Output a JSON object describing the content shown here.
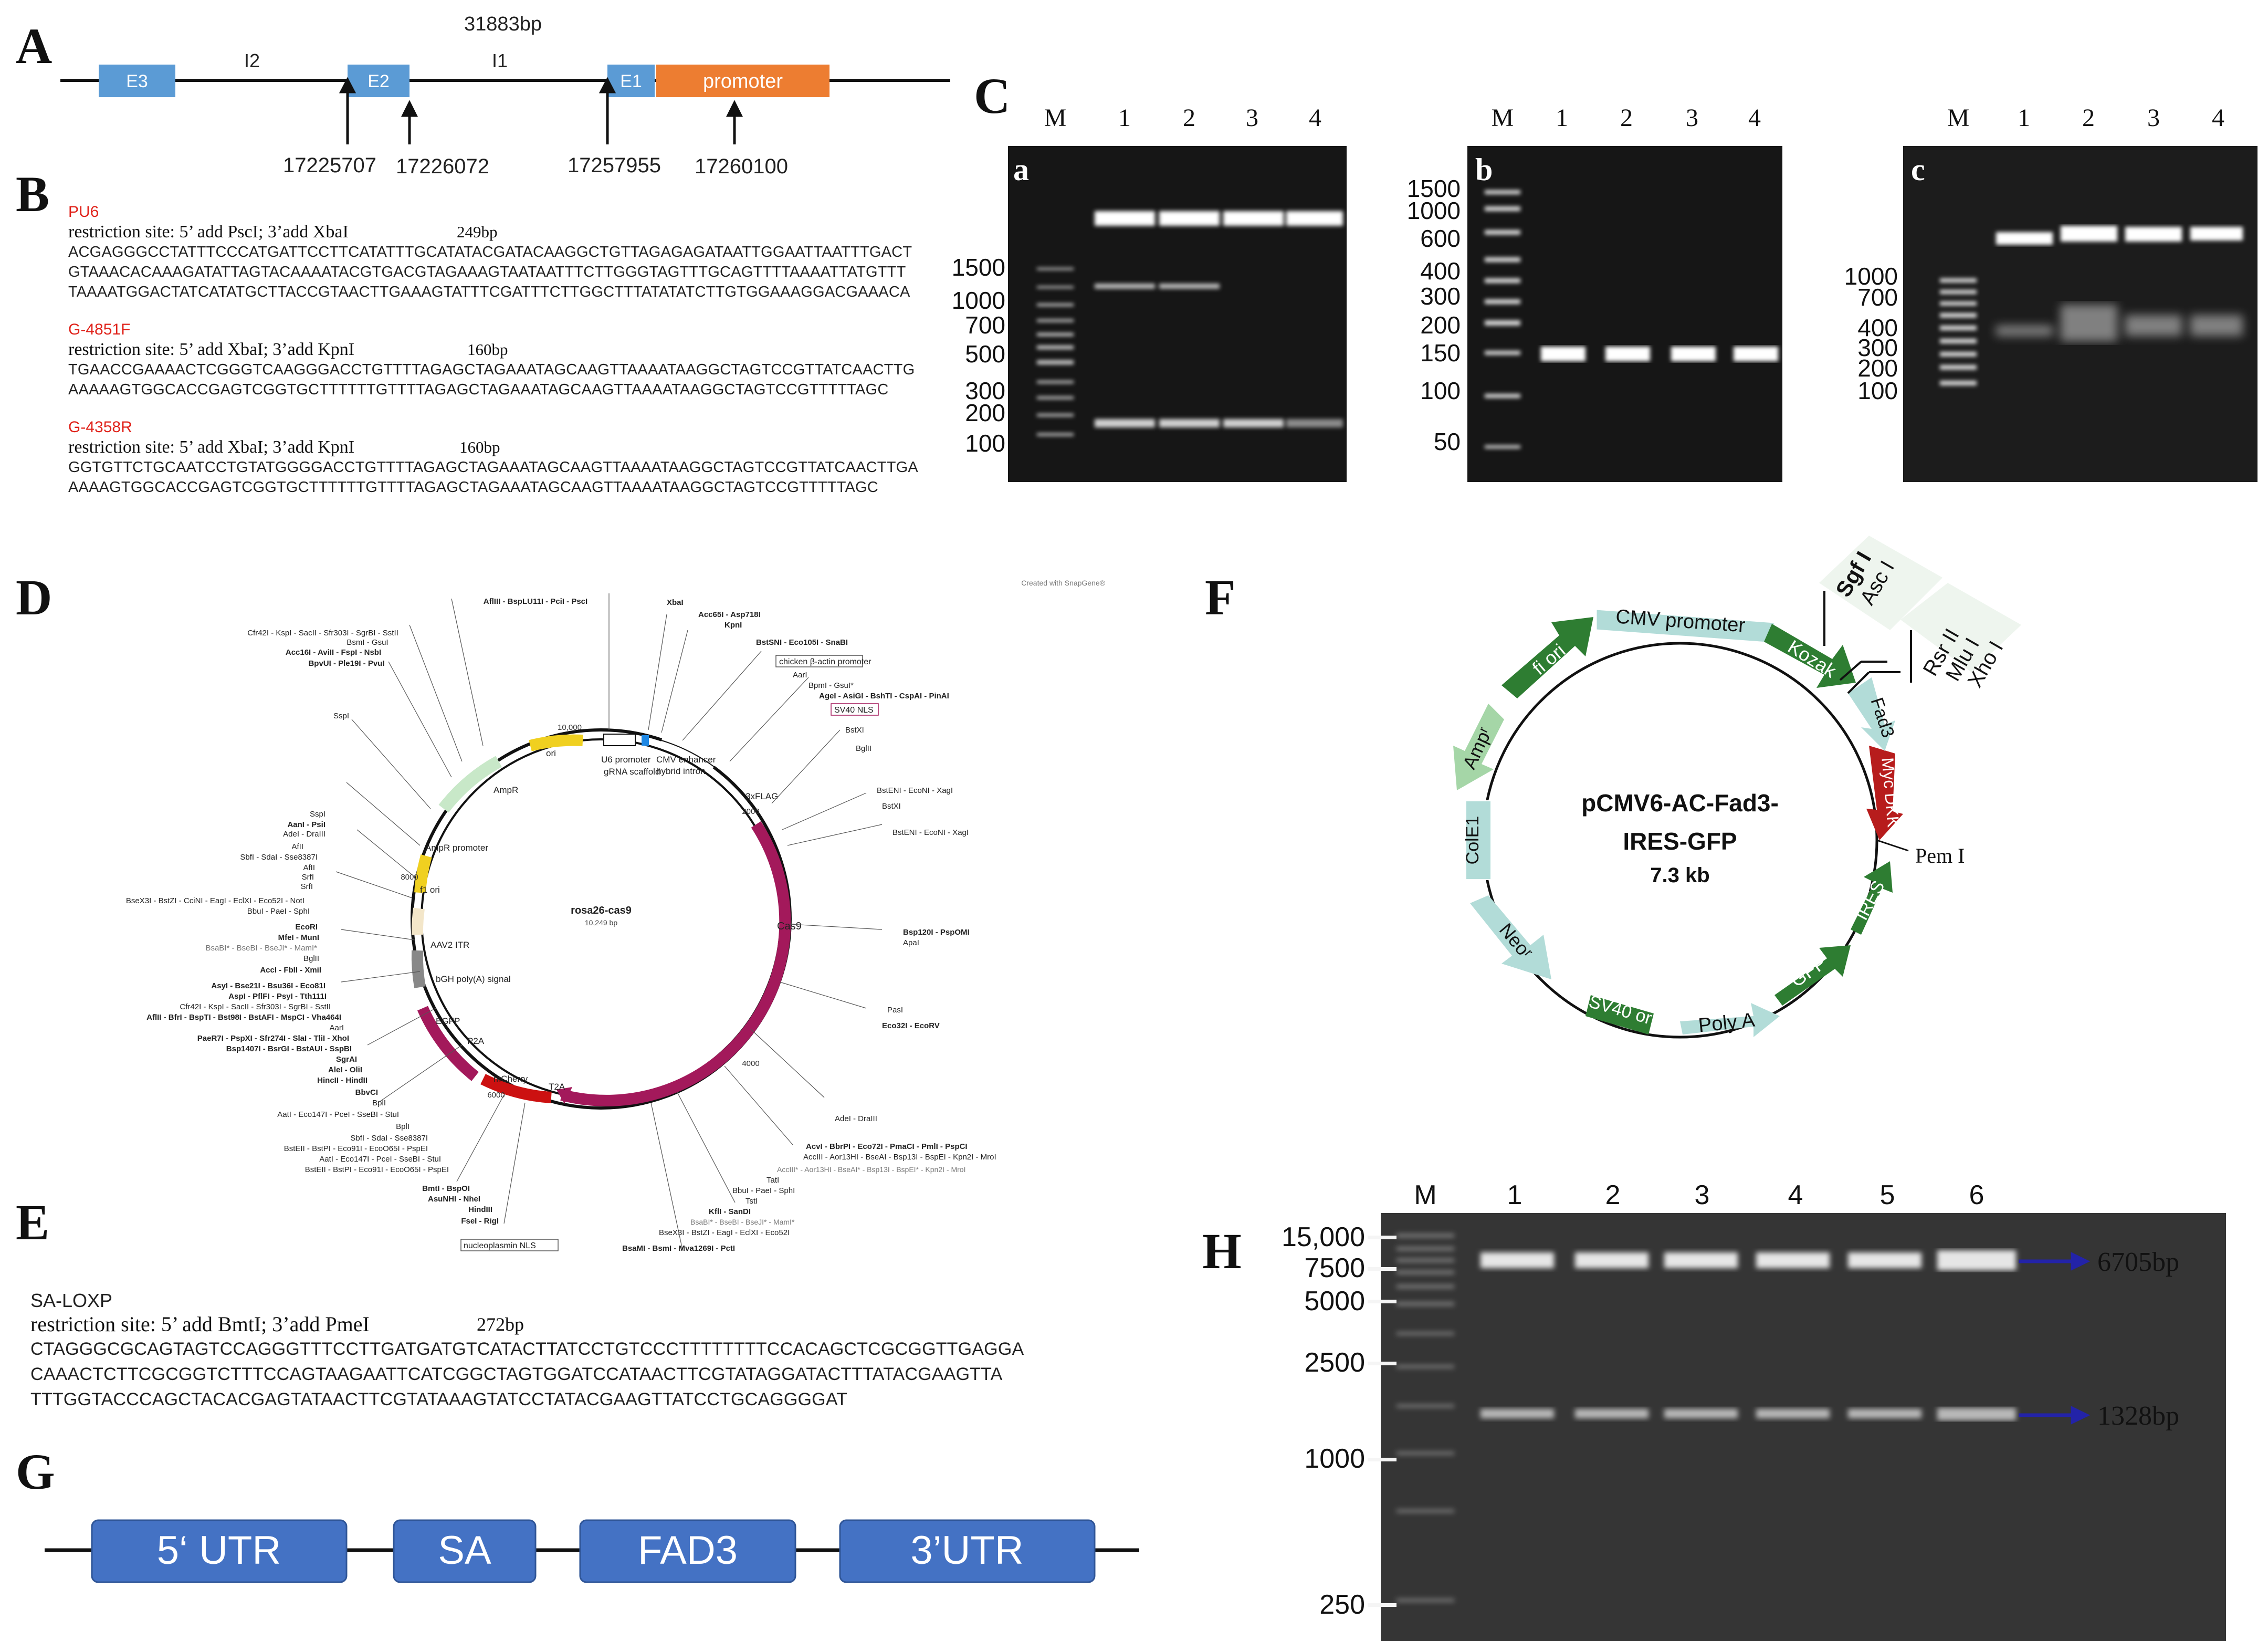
{
  "panels": {
    "A": "A",
    "B": "B",
    "C": "C",
    "D": "D",
    "E": "E",
    "F": "F",
    "G": "G",
    "H": "H"
  },
  "panelA": {
    "length": "31883bp",
    "exons": [
      "E3",
      "E2",
      "E1"
    ],
    "introns": [
      "I2",
      "I1"
    ],
    "promoter": "promoter",
    "positions": [
      "17225707",
      "17226072",
      "17257955",
      "17260100"
    ],
    "colors": {
      "exon": "#5b9bd5",
      "promoter": "#ed7d31"
    }
  },
  "panelB": {
    "blocks": [
      {
        "name": "PU6",
        "rs": "restriction site: 5’ add PscI; 3’add XbaI",
        "size": "249bp",
        "lines": [
          "ACGAGGGCCTATTTCCCATGATTCCTTCATATTTGCATATACGATACAAGGCTGTTAGAGAGATAATTGGAATTAATTTGACT",
          "GTAAACACAAAGATATTAGTACAAAATACGTGACGTAGAAAGTAATAATTTCTTGGGTAGTTTGCAGTTTTAAAATTATGTTT",
          "TAAAATGGACTATCATATGCTTACCGTAACTTGAAAGTATTTCGATTTCTTGGCTTTATATATCTTGTGGAAAGGACGAAACA"
        ]
      },
      {
        "name": "G-4851F",
        "rs": "restriction site: 5’ add XbaI; 3’add KpnI",
        "size": "160bp",
        "lines": [
          "TGAACCGAAAACTCGGGTCAAGGGACCTGTTTTAGAGCTAGAAATAGCAAGTTAAAATAAGGCTAGTCCGTTATCAACTTG",
          "AAAAAGTGGCACCGAGTCGGTGCTTTTTTGTTTTAGAGCTAGAAATAGCAAGTTAAAATAAGGCTAGTCCGTTTTTAGC"
        ]
      },
      {
        "name": "G-4358R",
        "rs": "restriction site: 5’ add XbaI; 3’add KpnI",
        "size": "160bp",
        "lines": [
          "GGTGTTCTGCAATCCTGTATGGGGACCTGTTTTAGAGCTAGAAATAGCAAGTTAAAATAAGGCTAGTCCGTTATCAACTTGA",
          "AAAAGTGGCACCGAGTCGGTGCTTTTTTGTTTTAGAGCTAGAAATAGCAAGTTAAAATAAGGCTAGTCCGTTTTTAGC"
        ]
      }
    ]
  },
  "panelC": {
    "gels": [
      {
        "sub": "a",
        "lanes": [
          "M",
          "1",
          "2",
          "3",
          "4"
        ],
        "ladder": [
          "1500",
          "1000",
          "700",
          "500",
          "300",
          "200",
          "100"
        ]
      },
      {
        "sub": "b",
        "lanes": [
          "M",
          "1",
          "2",
          "3",
          "4"
        ],
        "ladder": [
          "1500",
          "1000",
          "600",
          "400",
          "300",
          "200",
          "150",
          "100",
          "50"
        ]
      },
      {
        "sub": "c",
        "lanes": [
          "M",
          "1",
          "2",
          "3",
          "4"
        ],
        "ladder": [
          "1000",
          "700",
          "400",
          "300",
          "200",
          "100"
        ]
      }
    ]
  },
  "panelD": {
    "credit": "Created with SnapGene®",
    "name": "rosa26-cas9",
    "size": "10,249 bp",
    "features": [
      "U6 promoter",
      "gRNA scaffold",
      "CMV enhancer",
      "chicken β-actin promoter",
      "hybrid intron",
      "3xFLAG",
      "SV40 NLS",
      "Cas9",
      "nucleoplasmin NLS",
      "T2A",
      "mCherry",
      "P2A",
      "EGFP",
      "bGH poly(A) signal",
      "AAV2 ITR",
      "f1 ori",
      "AmpR",
      "AmpR promoter",
      "ori"
    ],
    "ticks": [
      "2000",
      "4000",
      "6000",
      "8000",
      "10,000"
    ],
    "sites_right": [
      "XbaI",
      "Acc65I - Asp718I",
      "KpnI",
      "BstSNI - Eco105I - SnaBI",
      "AarI",
      "BpmI - GsuI*",
      "AgeI - AsiGI - BshTI - CspAI - PinAI",
      "BstXI",
      "BglII",
      "BstENI - EcoNI - XagI",
      "BstXI",
      "BstENI - EcoNI - XagI",
      "Bsp120I - PspOMI",
      "ApaI",
      "PasI",
      "Eco32I - EcoRV",
      "AdeI - DraIII",
      "AcvI - BbrPI - Eco72I - PmaCI - PmlI - PspCI",
      "AccIII - Aor13HI - BseAI - Bsp13I - BspEI - Kpn2I - MroI",
      "AccIII* - Aor13HI - BseAI* - Bsp13I - BspEI* - Kpn2I - MroI",
      "TatI",
      "BbuI - PaeI - SphI",
      "TstI",
      "KflI - SanDI",
      "BsaBI* - BseBI - BseJI* - MamI*",
      "BseX3I - BstZI - EagI - EclXI - Eco52I",
      "BsaMI - BsmI - Mva1269I - PctI"
    ],
    "sites_top": [
      "AflIII - BspLU11I - PciI - PscI",
      "Cfr42I - KspI - SacII - Sfr303I - SgrBI - SstII",
      "BsmI - GsuI",
      "Acc16I - AviII - FspI - NsbI",
      "BpvUI - Ple19I - PvuI",
      "SspI"
    ],
    "sites_left": [
      "SspI",
      "AanI - PsiI",
      "AdeI - DraIII",
      "AfII",
      "SbfI - SdaI - Sse8387I",
      "AfII",
      "SrfI",
      "SrfI",
      "BseX3I - BstZI - CciNI - EagI - EclXI - Eco52I - NotI",
      "BbuI - PaeI - SphI",
      "EcoRI",
      "MfeI - MunI",
      "BsaBI* - BseBI - BseJI* - MamI*",
      "BglII",
      "AccI - FblI - XmiI",
      "AsyI - Bse21I - Bsu36I - Eco81I",
      "AspI - PflFI - PsyI - Tth111I",
      "Cfr42I - KspI - SacII - Sfr303I - SgrBI - SstII",
      "AflII - BfrI - BspTI - Bst98I - BstAFI - MspCI - Vha464I",
      "AarI",
      "PaeR7I - PspXI - Sfr274I - SlaI - TliI - XhoI",
      "Bsp1407I - BsrGI - BstAUI - SspBI",
      "SgrAI",
      "AleI - OliI",
      "HincII - HindII",
      "BbvCI",
      "BplI",
      "AatI - Eco147I - PceI - SseBI - StuI",
      "BplI",
      "SbfI - SdaI - Sse8387I",
      "BstEII - BstPI - Eco91I - EcoO65I - PspEI",
      "AatI - Eco147I - PceI - SseBI - StuI",
      "BstEII - BstPI - Eco91I - EcoO65I - PspEI",
      "BmtI - BspOI",
      "AsuNHI - NheI",
      "HindIII",
      "FseI - RigI"
    ]
  },
  "panelE": {
    "name": "SA-LOXP",
    "rs": "restriction site: 5’ add BmtI; 3’add PmeI",
    "size": "272bp",
    "lines": [
      "CTAGGGCGCAGTAGTCCAGGGTTTCCTTGATGATGTCATACTTATCCTGTCCCTTTTTTTTCCACAGCTCGCGGTTGAGGA",
      "CAAACTCTTCGCGGTCTTTCCAGTAAGAATTCATCGGCTAGTGGATCCATAACTTCGTATAGGATACTTTATACGAAGTTA",
      "TTTGGTACCCAGCTACACGAGTATAACTTCGTATAAAGTATCCTATACGAAGTTATCCTGCAGGGGAT"
    ]
  },
  "panelF": {
    "title": [
      "pCMV6-AC-Fad3-",
      "IRES-GFP",
      "7.3 kb"
    ],
    "features": [
      "CMV promoter",
      "Kozak",
      "Fad3",
      "Myc DKK",
      "IRES",
      "GFP",
      "Poly A",
      "SV40 ori",
      "Neoʳ",
      "ColE1",
      "Ampʳ",
      "fi ori"
    ],
    "sites": [
      "Sgf I",
      "Asc I",
      "Rsr II",
      "Mlu I",
      "Xho I",
      "Pem I"
    ],
    "colors": {
      "dark": "#2e7d32",
      "light": "#b2dcd8",
      "red": "#b71c1c",
      "lightgreen": "#a5d6a7"
    }
  },
  "panelG": {
    "boxes": [
      "5‘ UTR",
      "SA",
      "FAD3",
      "3’UTR"
    ],
    "color": "#4472c4"
  },
  "panelH": {
    "lanes": [
      "M",
      "1",
      "2",
      "3",
      "4",
      "5",
      "6"
    ],
    "ladder": [
      "15,000",
      "7500",
      "5000",
      "2500",
      "1000",
      "250"
    ],
    "bands": [
      "6705bp",
      "1328bp"
    ],
    "arrowColor": "#2323a8"
  }
}
